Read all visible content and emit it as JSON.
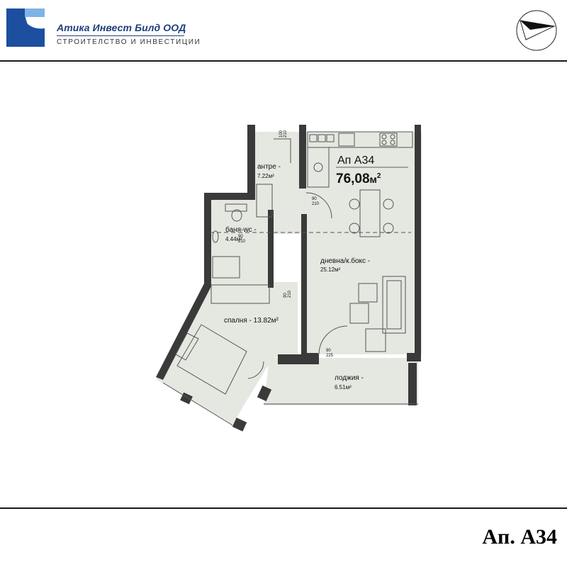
{
  "company": {
    "name": "Атика Инвест Билд ООД",
    "tagline": "СТРОИТЕЛСТВО И ИНВЕСТИЦИИ"
  },
  "apartment": {
    "label": "Ап А34",
    "area_value": "76,08",
    "area_unit": "м",
    "area_sup": "2"
  },
  "rooms": [
    {
      "name": "антре -",
      "area": "7.22м²"
    },
    {
      "name": "баня-wc -",
      "area": "4.44м²"
    },
    {
      "name": "дневна/к.бокс -",
      "area": "25.12м²"
    },
    {
      "name": "спалня - 13.82м²",
      "area": ""
    },
    {
      "name": "лоджия -",
      "area": "6.51м²"
    }
  ],
  "door_marks": [
    {
      "top": "100",
      "bottom": "210"
    },
    {
      "top": "90",
      "bottom": "210"
    },
    {
      "top": "90",
      "bottom": "210"
    },
    {
      "top": "90",
      "bottom": "210"
    },
    {
      "top": "90",
      "bottom": "225"
    }
  ],
  "footer_title": "Ап. А34",
  "colors": {
    "room_fill": "#e4e8e0",
    "wall": "#3a3a3a",
    "brand_blue": "#1c4fa0",
    "brand_navy": "#1e3f7a"
  }
}
